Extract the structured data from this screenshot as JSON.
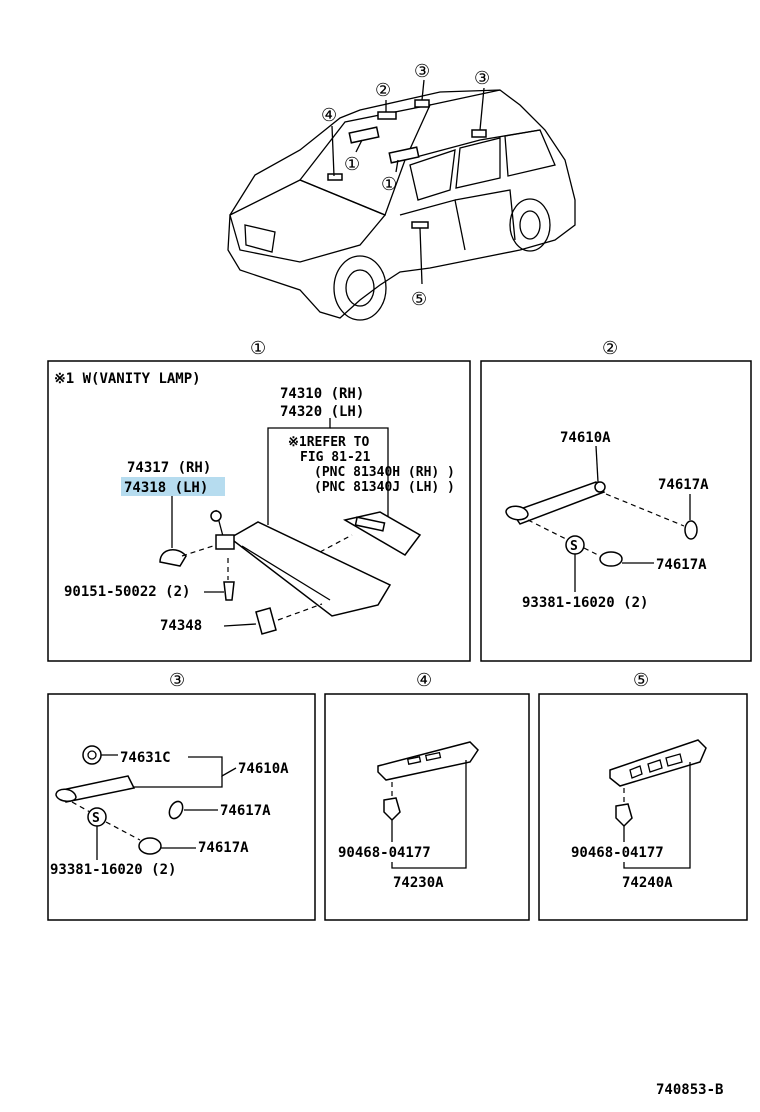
{
  "markers": {
    "m1": "①",
    "m2": "②",
    "m3": "③",
    "m4": "④",
    "m5": "⑤"
  },
  "panel1": {
    "note": "※1 W(VANITY LAMP)",
    "visor_rh": "74310 (RH)",
    "visor_lh": "74320 (LH)",
    "refer_1": "※1REFER TO",
    "refer_2": "FIG 81-21",
    "refer_3": "(PNC 81340H (RH) )",
    "refer_4": "(PNC 81340J (LH) )",
    "holder_rh": "74317 (RH)",
    "holder_lh": "74318 (LH)",
    "screw": "90151-50022 (2)",
    "clip": "74348"
  },
  "panel2": {
    "grip": "74610A",
    "cap_a": "74617A",
    "cap_b": "74617A",
    "screw": "93381-16020 (2)",
    "screw_mark": "S"
  },
  "panel3": {
    "spring": "74631C",
    "grip": "74610A",
    "cap_a": "74617A",
    "cap_b": "74617A",
    "screw": "93381-16020 (2)",
    "screw_mark": "S"
  },
  "panel4": {
    "clip": "90468-04177",
    "plate": "74230A"
  },
  "panel5": {
    "clip": "90468-04177",
    "plate": "74240A"
  },
  "figure_code": "740853-B",
  "colors": {
    "highlight": "#b6dcef",
    "ink": "#000000"
  }
}
